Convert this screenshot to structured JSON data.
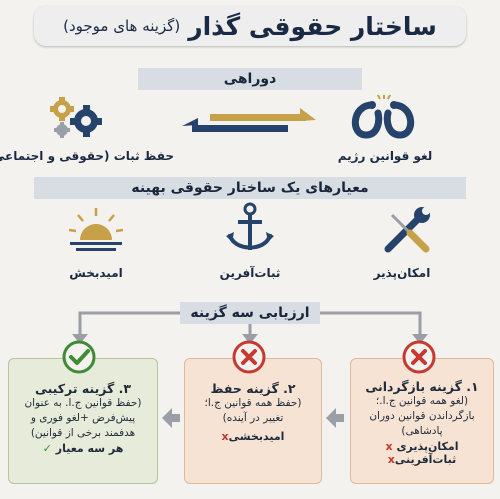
{
  "title": {
    "main": "ساختار حقوقی گذار",
    "sub": "(گزینه های موجود)"
  },
  "dilemma": {
    "header": "دوراهی",
    "right_label": "لغو قوانین رژیم",
    "left_label": "حفظ ثبات (حقوقی و اجتماعی)"
  },
  "criteria": {
    "header": "معیارهای یک ساختار حقوقی بهینه",
    "items": [
      "امکان‌پذیر",
      "ثبات‌آفرین",
      "امیدبخش"
    ]
  },
  "evaluation": {
    "header": "ارزیابی سه گزینه"
  },
  "options": {
    "opt1": {
      "title": "۱. گزینه بازگردانی",
      "desc": [
        "(لغو همه قوانین ج.ا.؛",
        "بازگرداندن قوانین دوران",
        "پادشاهی)"
      ],
      "crit1": "امکان‌پذیری",
      "crit2": "ثبات‌آفرینی",
      "mark": "x"
    },
    "opt2": {
      "title": "۲. گزینه حفظ",
      "desc": [
        "(حفظ همه قوانین ج.ا؛",
        "تغییر در آینده)"
      ],
      "crit1": "امیدبخشی",
      "mark": "x"
    },
    "opt3": {
      "title": "۳. گزینه ترکیبی",
      "desc": [
        "(حفظ قوانین ج.ا. به عنوان",
        "پیش‌فرض  +لغو فوری و",
        "هدفمند برخی از قوانین)"
      ],
      "crit1": "هر سه معیار",
      "mark": "✓"
    }
  },
  "colors": {
    "navy": "#26436b",
    "gold": "#c7a04a",
    "red": "#c43a30",
    "green": "#3f8a35",
    "box_green": "#e7ecda",
    "box_peach": "#f6e3d4"
  }
}
